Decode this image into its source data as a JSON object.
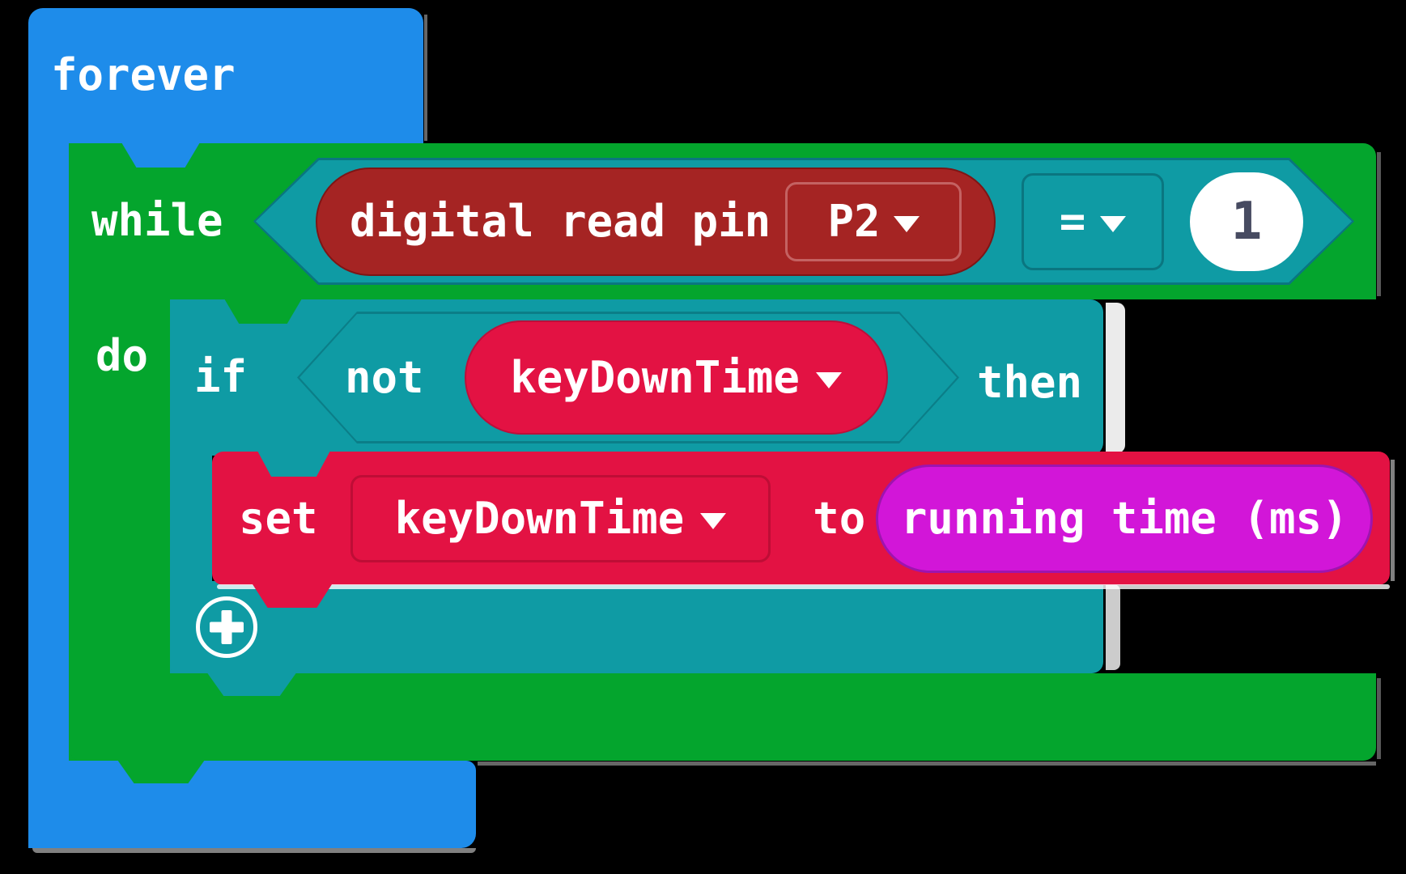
{
  "workspace": {
    "background": "#000000"
  },
  "blocks": {
    "forever": {
      "label": "forever",
      "color": "#1E8CEA"
    },
    "while_do": {
      "while_label": "while",
      "do_label": "do",
      "color": "#04A52D"
    },
    "comparison": {
      "operator": "=",
      "value": "1",
      "color": "#0F9BA4",
      "outline": "#0A7680"
    },
    "digital_read_pin": {
      "label": "digital read pin",
      "pin": "P2",
      "color": "#A52423"
    },
    "if_then": {
      "if_label": "if",
      "then_label": "then",
      "color": "#0F9BA4"
    },
    "not": {
      "label": "not",
      "variable": "keyDownTime",
      "variable_color": "#E31243"
    },
    "set_variable": {
      "set_label": "set",
      "variable": "keyDownTime",
      "to_label": "to",
      "color": "#E31243"
    },
    "running_time": {
      "label": "running time (ms)",
      "color": "#D216D8",
      "outline": "#9E14AE"
    }
  },
  "icons": {
    "dropdown_arrow_icon": "▼",
    "plus_icon": "+"
  }
}
